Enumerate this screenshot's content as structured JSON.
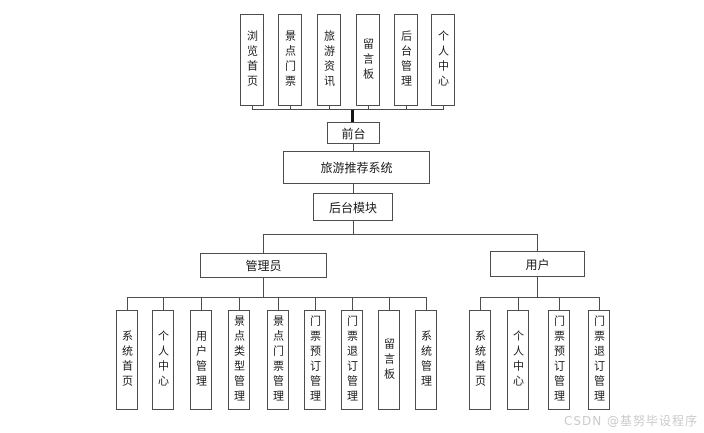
{
  "colors": {
    "background": "#ffffff",
    "box_border": "#4d4d4d",
    "connector": "#4d4d4d",
    "text": "#1a1a1a",
    "watermark": "#cbcbce"
  },
  "nodes": {
    "front_features": [
      {
        "label": "浏览首页"
      },
      {
        "label": "景点门票"
      },
      {
        "label": "旅游资讯"
      },
      {
        "label": "留言板"
      },
      {
        "label": "后台管理"
      },
      {
        "label": "个人中心"
      }
    ],
    "front": {
      "label": "前台"
    },
    "root": {
      "label": "旅游推荐系统"
    },
    "backend": {
      "label": "后台模块"
    },
    "admin": {
      "label": "管理员"
    },
    "user": {
      "label": "用户"
    },
    "admin_features": [
      {
        "label": "系统首页"
      },
      {
        "label": "个人中心"
      },
      {
        "label": "用户管理"
      },
      {
        "label": "景点类型管理"
      },
      {
        "label": "景点门票管理"
      },
      {
        "label": "门票预订管理"
      },
      {
        "label": "门票退订管理"
      },
      {
        "label": "留言板"
      },
      {
        "label": "系统管理"
      }
    ],
    "user_features": [
      {
        "label": "系统首页"
      },
      {
        "label": "个人中心"
      },
      {
        "label": "门票预订管理"
      },
      {
        "label": "门票退订管理"
      }
    ]
  },
  "watermark": "CSDN @基努毕设程序"
}
